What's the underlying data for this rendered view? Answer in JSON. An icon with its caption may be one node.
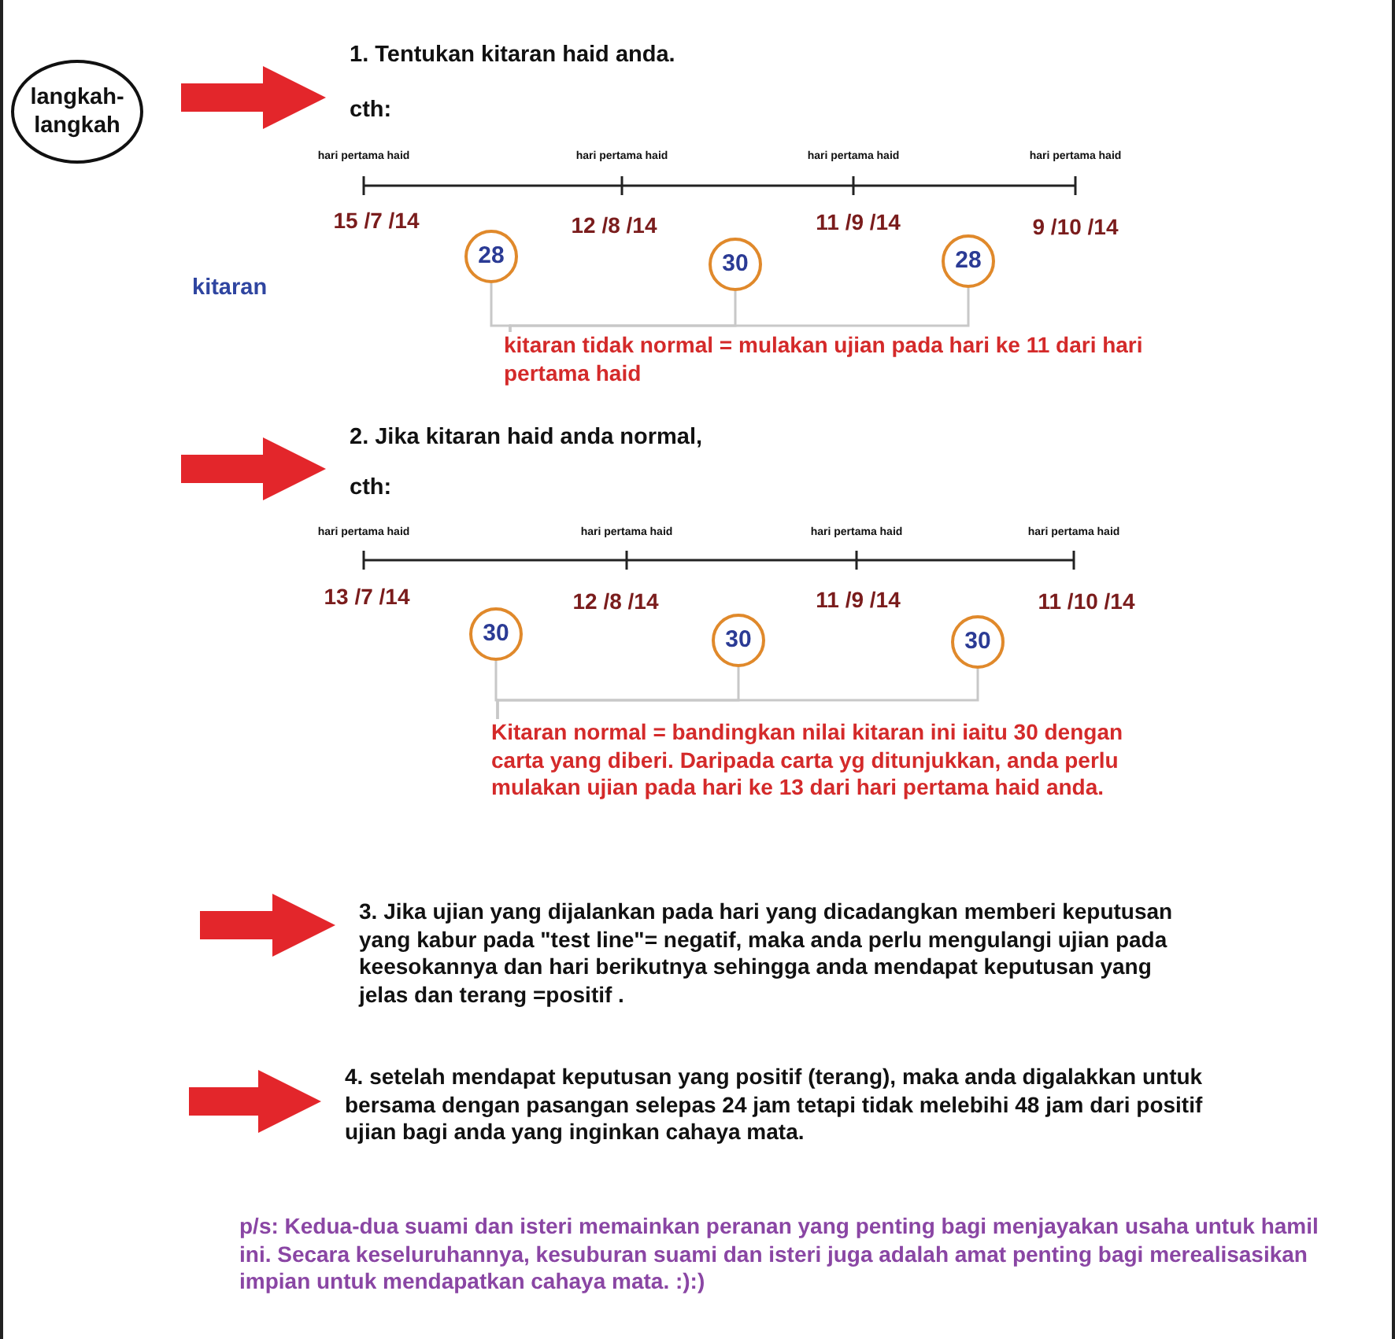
{
  "diagram": {
    "nodes": [
      {
        "text": [
          "langkah- langkah"
        ]
      },
      {
        "text": [
          "1. Tentukan kitaran haid anda."
        ]
      },
      {
        "text": [
          "28"
        ]
      },
      {
        "text": [
          "30"
        ]
      },
      {
        "text": [
          "28"
        ]
      },
      {
        "text": [
          "kitaran tidak normal = mulakan ujian pada hari ke 11 dari hari pertama haid"
        ]
      },
      {
        "text": [
          "2. Jika kitaran haid anda normal,"
        ]
      },
      {
        "text": [
          "30"
        ]
      },
      {
        "text": [
          "30"
        ]
      },
      {
        "text": [
          "30"
        ]
      },
      {
        "text": [
          "Kitaran normal = bandingkan nilai kitaran ini iaitu 30 dengan carta yang diberi. Daripada carta yg ditunjukkan, anda perlu mulakan ujian pada hari ke 13 dari hari pertama haid anda."
        ]
      },
      {
        "text": [
          "3. Jika ujian yang dijalankan pada hari yang dicadangkan memberi keputusan yang kabur pada \"test line\"= negatif, maka anda perlu mengulangi ujian pada keesokannya dan hari berikutnya sehingga anda mendapat keputusan yang jelas dan terang  =positif ."
        ]
      },
      {
        "text": [
          "4. setelah mendapat keputusan yang positif (terang), maka anda digalakkan untuk bersama dengan pasangan selepas 24 jam tetapi tidak melebihi 48 jam dari positif ujian bagi anda yang inginkan cahaya mata."
        ]
      }
    ],
    "edges": [
      {
        "from": 0,
        "to": 1,
        "arrow": "to",
        "style": "thick",
        "color": "#e3262b"
      },
      {
        "from": null,
        "to": 6,
        "arrow": "to",
        "style": "thick",
        "color": "#e3262b"
      },
      {
        "from": null,
        "to": 11,
        "arrow": "to",
        "style": "thick",
        "color": "#e3262b"
      },
      {
        "from": null,
        "to": 12,
        "arrow": "to",
        "style": "thick",
        "color": "#e3262b"
      },
      {
        "from": 2,
        "to": 5,
        "arrow": "none"
      },
      {
        "from": 3,
        "to": 5,
        "arrow": "none"
      },
      {
        "from": 4,
        "to": 5,
        "arrow": "none"
      },
      {
        "from": 7,
        "to": 10,
        "arrow": "none"
      },
      {
        "from": 8,
        "to": 10,
        "arrow": "none"
      },
      {
        "from": 9,
        "to": 10,
        "arrow": "none"
      }
    ],
    "labels": [
      "cth:",
      "hari pertama haid",
      "hari pertama haid",
      "hari pertama haid",
      "hari pertama haid",
      "15 /7 /14",
      "12 /8 /14",
      "11 /9 /14",
      "9 /10 /14",
      "kitaran",
      "cth:",
      "hari pertama haid",
      "hari pertama haid",
      "hari pertama haid",
      "hari pertama haid",
      "13 /7 /14",
      "12 /8 /14",
      "11 /9 /14",
      "11 /10 /14",
      "p/s: Kedua-dua suami dan isteri memainkan peranan yang penting bagi menjayakan usaha untuk hamil ini. Secara keseluruhannya, kesuburan suami dan isteri juga adalah amat penting bagi merealisasikan impian untuk mendapatkan cahaya mata. :):)"
    ]
  }
}
